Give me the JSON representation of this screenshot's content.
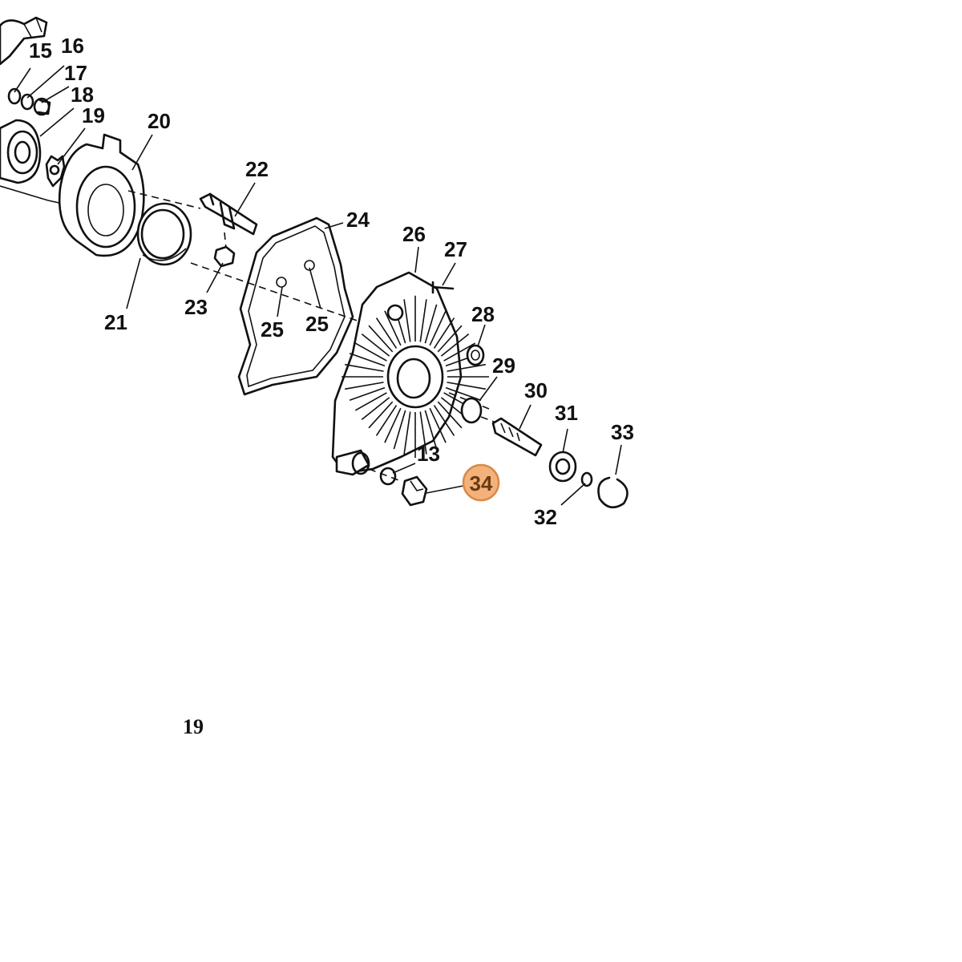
{
  "parts": [
    {
      "id": "p15",
      "label": "15"
    },
    {
      "id": "p16",
      "label": "16"
    },
    {
      "id": "p17",
      "label": "17"
    },
    {
      "id": "p18",
      "label": "18"
    },
    {
      "id": "p19",
      "label": "19"
    },
    {
      "id": "p20",
      "label": "20"
    },
    {
      "id": "p21",
      "label": "21"
    },
    {
      "id": "p22",
      "label": "22"
    },
    {
      "id": "p23",
      "label": "23"
    },
    {
      "id": "p24",
      "label": "24"
    },
    {
      "id": "p25a",
      "label": "25"
    },
    {
      "id": "p25b",
      "label": "25"
    },
    {
      "id": "p26",
      "label": "26"
    },
    {
      "id": "p27",
      "label": "27"
    },
    {
      "id": "p28",
      "label": "28"
    },
    {
      "id": "p29",
      "label": "29"
    },
    {
      "id": "p30",
      "label": "30"
    },
    {
      "id": "p31",
      "label": "31"
    },
    {
      "id": "p32",
      "label": "32"
    },
    {
      "id": "p33",
      "label": "33"
    },
    {
      "id": "p13",
      "label": "13"
    }
  ],
  "highlighted_part": {
    "label": "34",
    "fill_color": "#f3b27c",
    "ring_color": "#d98a47"
  },
  "page_number": "19"
}
